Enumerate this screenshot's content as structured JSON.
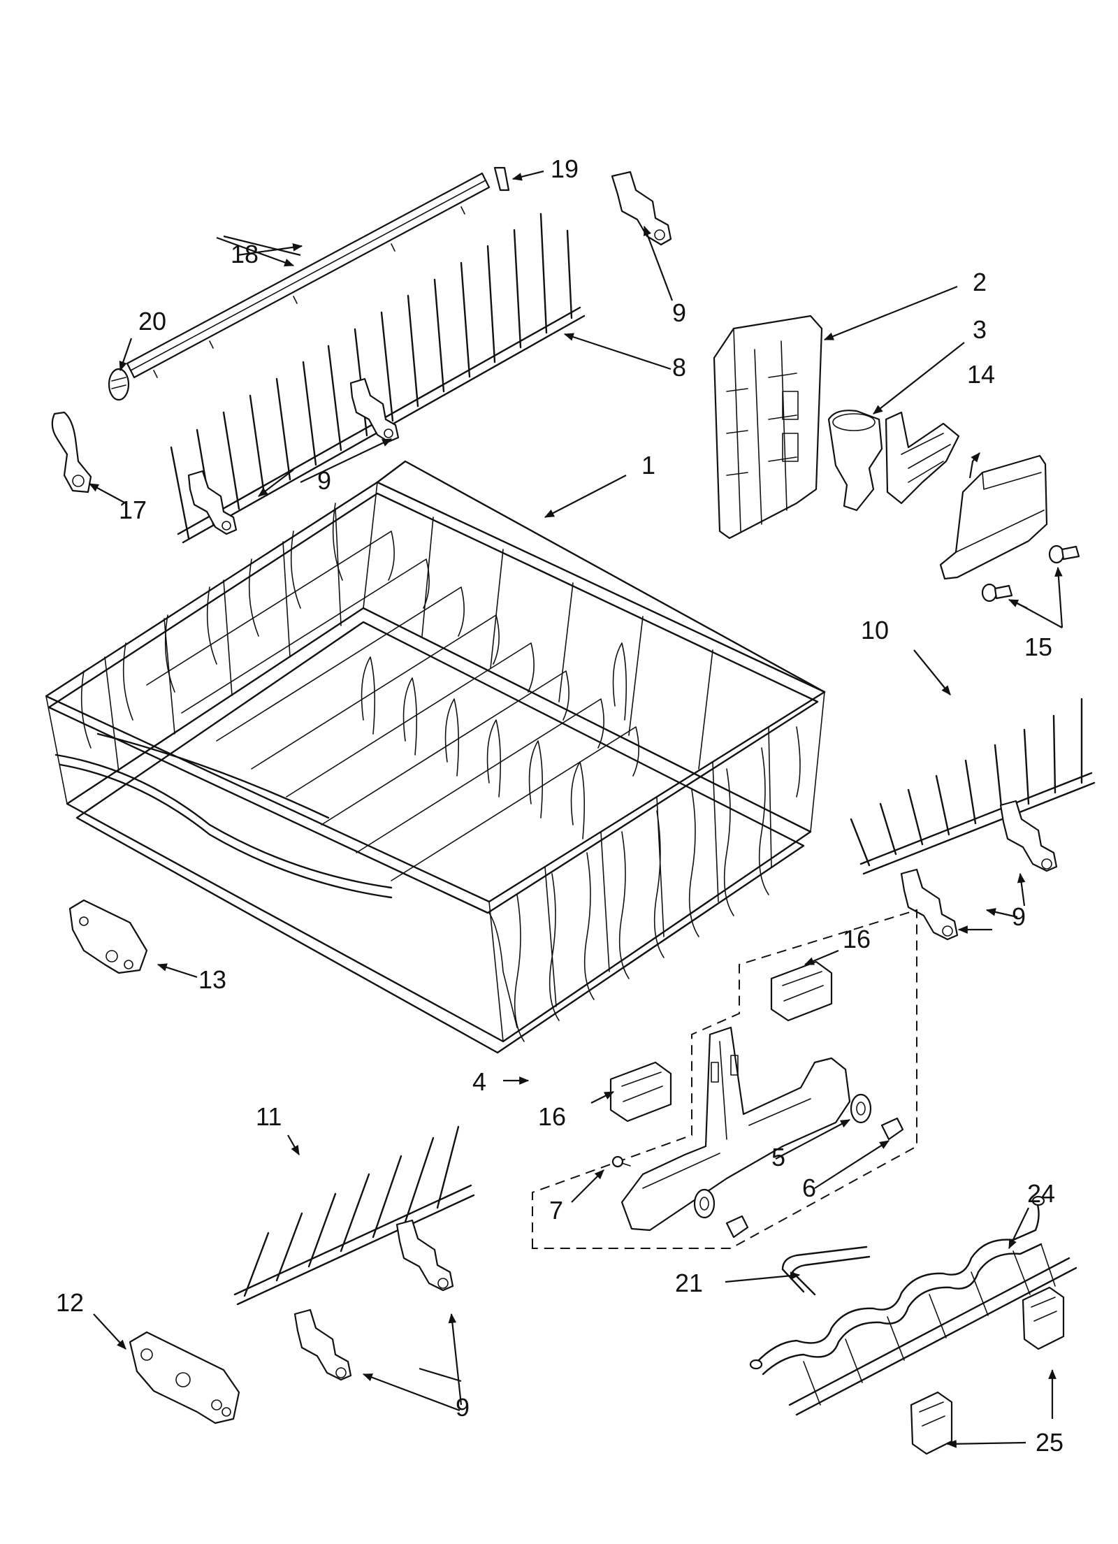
{
  "callouts": {
    "c1": "1",
    "c2": "2",
    "c3": "3",
    "c4": "4",
    "c5": "5",
    "c6": "6",
    "c7": "7",
    "c8": "8",
    "c9_top": "9",
    "c9_mid": "9",
    "c9_right": "9",
    "c9_bottom": "9",
    "c10": "10",
    "c11": "11",
    "c12": "12",
    "c13": "13",
    "c14": "14",
    "c15": "15",
    "c16_right": "16",
    "c16_left": "16",
    "c17": "17",
    "c18": "18",
    "c19": "19",
    "c20": "20",
    "c21": "21",
    "c24": "24",
    "c25": "25"
  }
}
